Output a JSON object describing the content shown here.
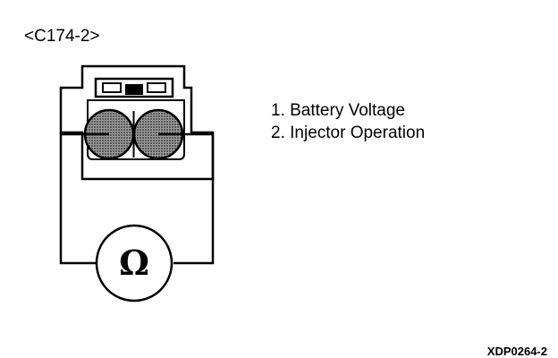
{
  "connector": {
    "label": "<C174-2>"
  },
  "meter": {
    "symbol": "Ω",
    "type": "ohmmeter"
  },
  "pins": [
    {
      "text": "1. Battery Voltage"
    },
    {
      "text": "2. Injector Operation"
    }
  ],
  "figure_code": "XDP0264-2"
}
